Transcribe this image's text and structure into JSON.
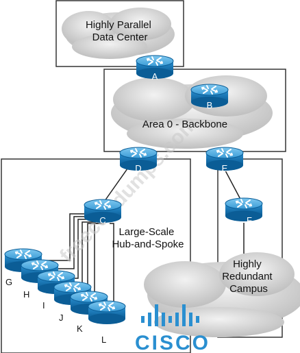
{
  "clouds": {
    "data_center": [
      "Highly Parallel",
      "Data Center"
    ],
    "area0": "Area 0 - Backbone",
    "campus": [
      "Highly",
      "Redundant",
      "Campus"
    ]
  },
  "hub_spoke": [
    "Large-Scale",
    "Hub-and-Spoke"
  ],
  "routers": {
    "A": "A",
    "B": "B",
    "C": "C",
    "D": "D",
    "E": "E",
    "F": "F",
    "G": "G",
    "H": "H",
    "I": "I",
    "J": "J",
    "K": "K",
    "L": "L"
  },
  "watermark": "freecertdumps.com",
  "logo": "CISCO",
  "colors": {
    "router": "#1a7fbf",
    "router_top": "#5fb6e6",
    "cloud": "#d9d9d9",
    "cisco": "#2a8fd0"
  }
}
